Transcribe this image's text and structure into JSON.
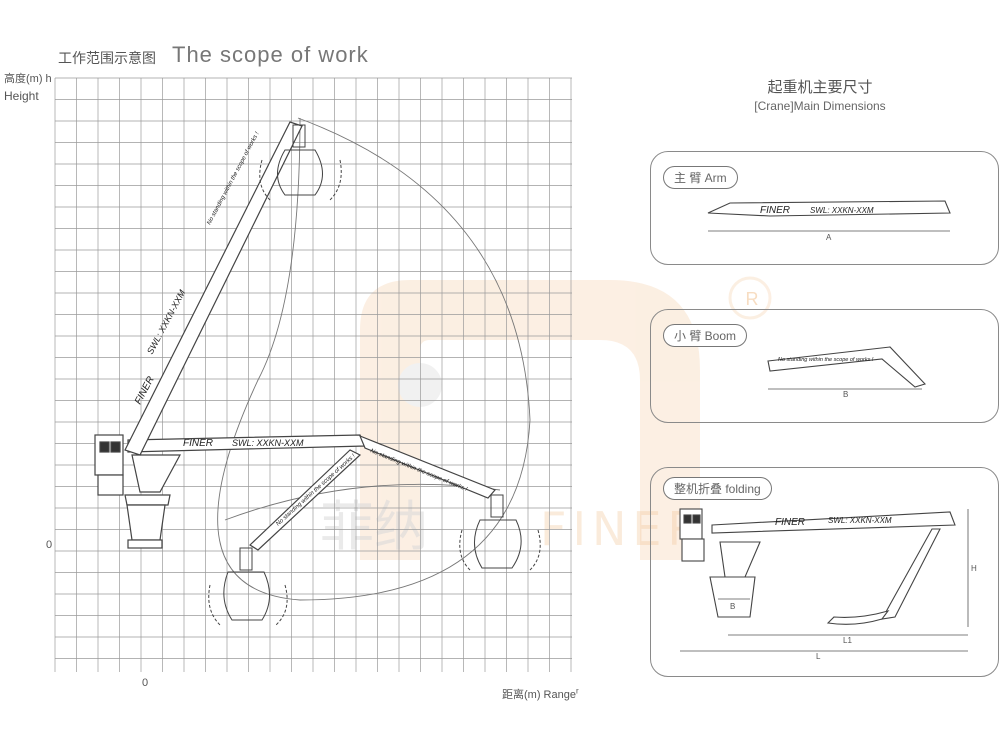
{
  "header": {
    "title_cn": "工作范围示意图",
    "title_en": "The scope of work"
  },
  "axes": {
    "y_label_cn": "高度(m) h",
    "y_label_en": "Height",
    "x_label": "距离(m) Range",
    "x_label_suffix": "r",
    "origin_y": "0",
    "origin_x": "0"
  },
  "crane_labels": {
    "brand": "FINER",
    "swl": "SWL:  XXKN-XXM",
    "swl_vertical": "SWL:  XXKN-XXM",
    "warning": "No standing within the scope of works !"
  },
  "dimensions": {
    "title_cn": "起重机主要尺寸",
    "title_en": "[Crane]Main Dimensions",
    "arm": {
      "label": "主 臂   Arm",
      "dim": "A",
      "brand": "FINER",
      "swl": "SWL: XXKN-XXM"
    },
    "boom": {
      "label": "小 臂   Boom",
      "dim": "B",
      "warning": "No standing within the scope of works !"
    },
    "folding": {
      "label": "整机折叠 folding",
      "brand": "FINER",
      "swl": "SWL:  XXKN-XXM",
      "dims": {
        "h": "H",
        "l1": "L1",
        "l": "L",
        "b": "B"
      }
    }
  },
  "watermark": {
    "text_cn": "菲纳",
    "text_en": "FINER",
    "registered": "R"
  },
  "colors": {
    "grid": "#9a9a9a",
    "line": "#555555",
    "watermark": "#f3c79a",
    "panel_border": "#8a8a8a"
  }
}
